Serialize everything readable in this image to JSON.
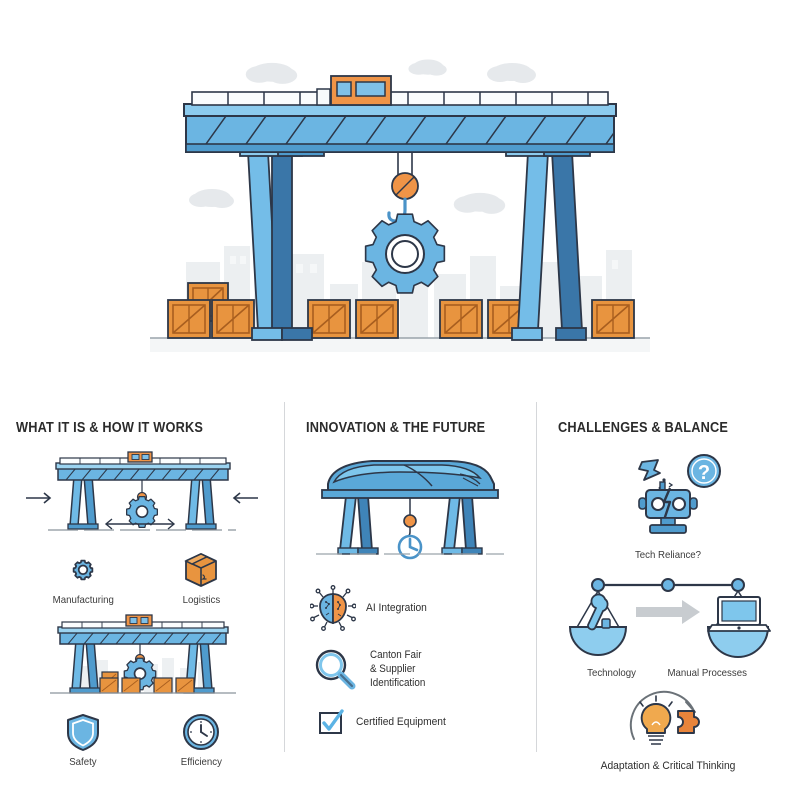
{
  "hero": {
    "name": "gantry-crane-illustration",
    "palette": {
      "beam_light": "#7ec2ea",
      "beam_mid": "#6bb5e2",
      "beam_dark": "#4a93c8",
      "leg_light": "#74bde8",
      "leg_dark": "#3a76a8",
      "crate": "#e8943f",
      "crate_dark": "#c9752a",
      "cab": "#ef9447",
      "gear": "#6bb5e2",
      "outline": "#2d3748",
      "sky": "#ffffff",
      "building": "#e9ecef",
      "cloud": "#e4e7ea",
      "ground": "#f1f3f4"
    }
  },
  "columns": [
    {
      "id": "what-it-is",
      "title": "WHAT IT IS & HOW IT WORKS",
      "illustrations": [
        {
          "name": "crane-motion-diagram"
        },
        {
          "name": "crane-with-crates-diagram"
        }
      ],
      "icons_top": [
        {
          "name": "gear-icon",
          "label": "Manufacturing"
        },
        {
          "name": "box-icon",
          "label": "Logistics"
        }
      ],
      "icons_bottom": [
        {
          "name": "shield-icon",
          "label": "Safety"
        },
        {
          "name": "clock-icon",
          "label": "Efficiency"
        }
      ]
    },
    {
      "id": "innovation",
      "title": "INNOVATION & THE FUTURE",
      "illustration": {
        "name": "futuristic-crane-illustration"
      },
      "items": [
        {
          "name": "ai-brain-icon",
          "label": "AI Integration",
          "lines": [
            "AI Integration"
          ]
        },
        {
          "name": "magnifier-icon",
          "label": "Canton Fair & Supplier Identification",
          "lines": [
            "Canton Fair",
            "& Supplier",
            "Identification"
          ]
        },
        {
          "name": "checkbox-check-icon",
          "label": "Certified Equipment",
          "lines": [
            "Certified Equipment"
          ]
        }
      ]
    },
    {
      "id": "challenges",
      "title": "CHALLENGES & BALANCE",
      "items": [
        {
          "name": "broken-robot-icon",
          "label": "Tech Reliance?"
        },
        {
          "name": "balance-scale-icon",
          "left_label": "Technology",
          "right_label": "Manual Processes"
        },
        {
          "name": "lightbulb-puzzle-icon",
          "label": "Adaptation & Critical Thinking"
        }
      ]
    }
  ]
}
